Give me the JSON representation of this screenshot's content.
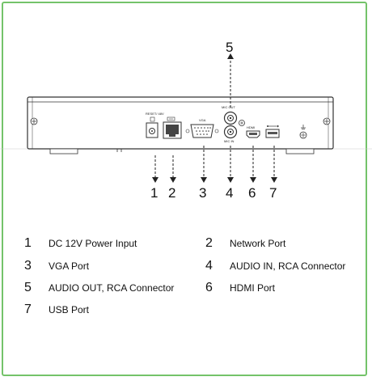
{
  "device": {
    "labels": {
      "reset": "RESET/ 48V",
      "vga": "VGA",
      "mic_out": "MIC OUT",
      "mic_in": "MIC IN",
      "hdmi": "HDMI"
    }
  },
  "callouts": {
    "top_number": "5",
    "bottom_numbers": [
      "1",
      "2",
      "3",
      "4",
      "6",
      "7"
    ]
  },
  "legend": [
    {
      "num": "1",
      "text": "DC 12V Power Input"
    },
    {
      "num": "2",
      "text": "Network Port"
    },
    {
      "num": "3",
      "text": "VGA Port"
    },
    {
      "num": "4",
      "text": "AUDIO IN, RCA Connector"
    },
    {
      "num": "5",
      "text": "AUDIO OUT, RCA Connector"
    },
    {
      "num": "6",
      "text": "HDMI Port"
    },
    {
      "num": "7",
      "text": "USB Port"
    }
  ],
  "colors": {
    "border": "#74c36a"
  }
}
